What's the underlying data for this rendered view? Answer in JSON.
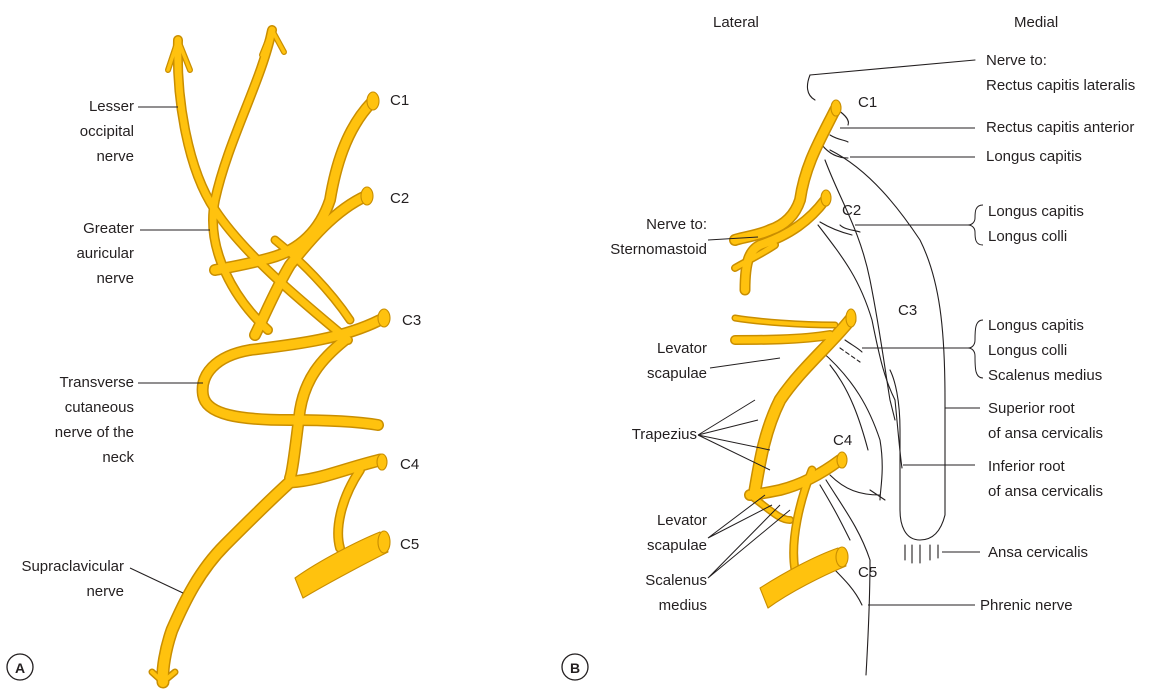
{
  "panel_a": {
    "letter": "A",
    "roots": [
      "C1",
      "C2",
      "C3",
      "C4",
      "C5"
    ],
    "labels": {
      "lesser_occipital": [
        "Lesser",
        "occipital",
        "nerve"
      ],
      "greater_auricular": [
        "Greater",
        "auricular",
        "nerve"
      ],
      "transverse_cutaneous": [
        "Transverse",
        "cutaneous",
        "nerve of the",
        "neck"
      ],
      "supraclavicular": [
        "Supraclavicular",
        "nerve"
      ]
    }
  },
  "panel_b": {
    "letter": "B",
    "lateral": "Lateral",
    "medial": "Medial",
    "roots": [
      "C1",
      "C2",
      "C3",
      "C4",
      "C5"
    ],
    "left_labels": {
      "sternomastoid": [
        "Nerve to:",
        "Sternomastoid"
      ],
      "levator_upper": [
        "Levator",
        "scapulae"
      ],
      "trapezius": "Trapezius",
      "levator_lower": [
        "Levator",
        "scapulae"
      ],
      "scalenus": [
        "Scalenus",
        "medius"
      ]
    },
    "right_labels": {
      "rectus_lateralis": [
        "Nerve to:",
        "Rectus capitis lateralis"
      ],
      "rectus_anterior": "Rectus capitis anterior",
      "longus_capitis": "Longus capitis",
      "c2_group": [
        "Longus capitis",
        "Longus colli"
      ],
      "c3_group": [
        "Longus capitis",
        "Longus colli",
        "Scalenus medius"
      ],
      "superior_root": [
        "Superior root",
        "of ansa cervicalis"
      ],
      "inferior_root": [
        "Inferior root",
        "of ansa cervicalis"
      ],
      "ansa": "Ansa cervicalis",
      "phrenic": "Phrenic nerve"
    }
  },
  "colors": {
    "nerve": "#ffc20e",
    "nerve_outline": "#c98e00",
    "text": "#231f20"
  }
}
